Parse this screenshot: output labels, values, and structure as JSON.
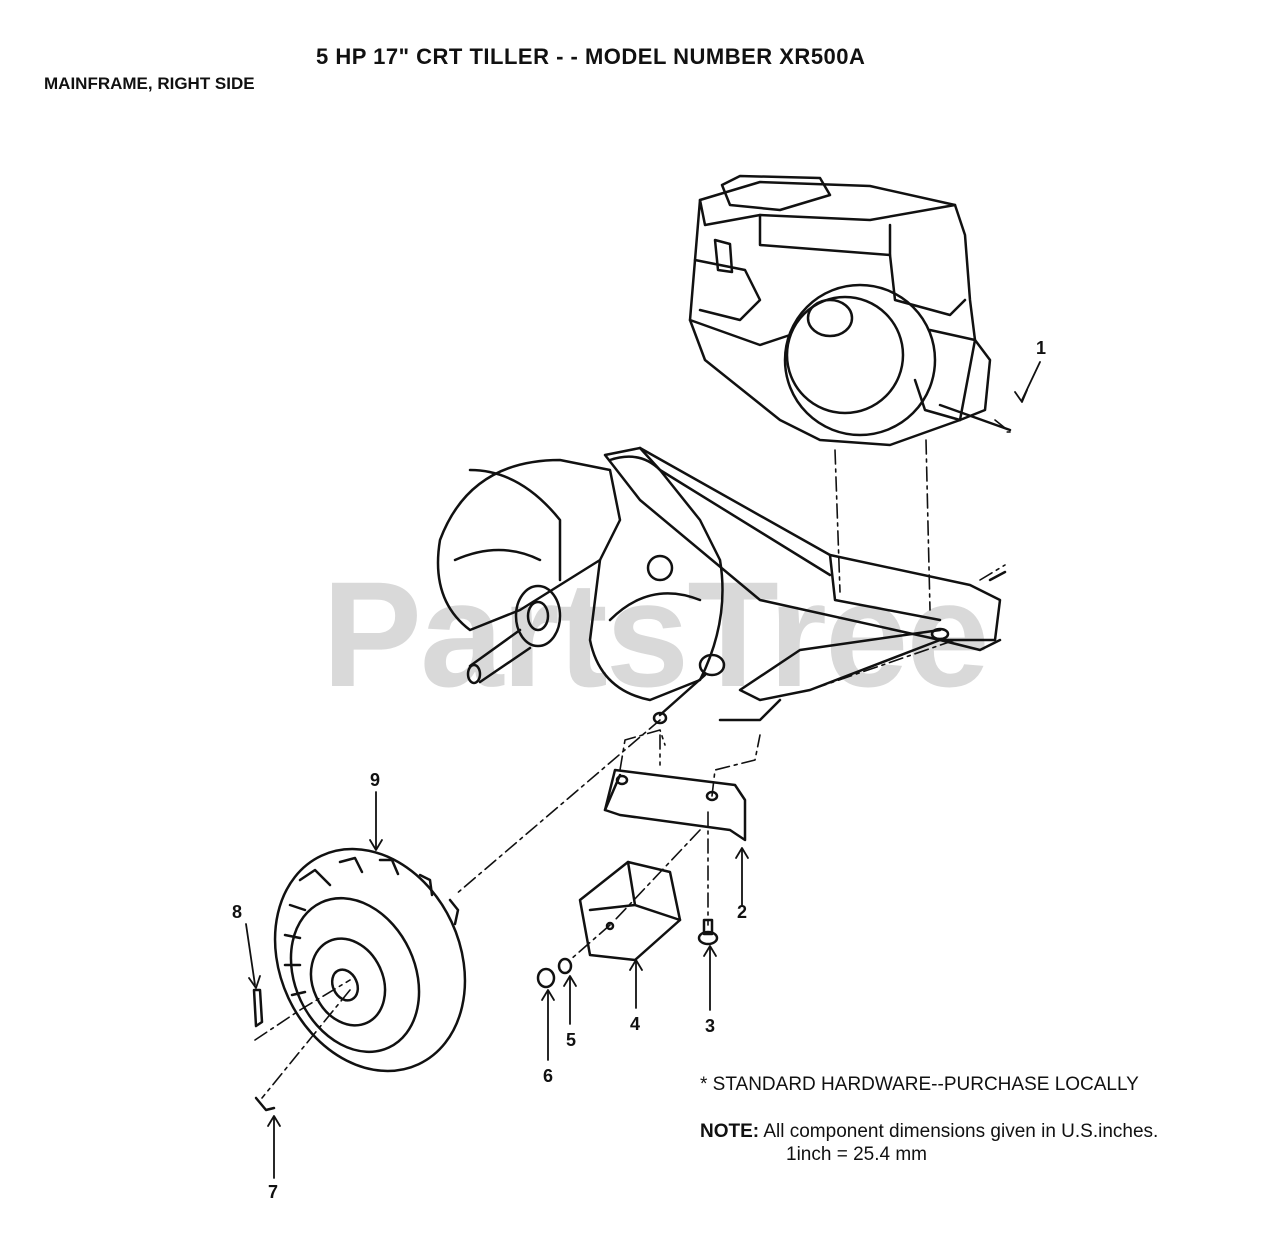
{
  "header": {
    "title": "5 HP  17\" CRT TILLER - - MODEL NUMBER XR500A",
    "subtitle": "MAINFRAME, RIGHT SIDE"
  },
  "watermark": "PartsTree",
  "callouts": [
    "1",
    "2",
    "3",
    "4",
    "5",
    "6",
    "7",
    "8",
    "9"
  ],
  "footer": {
    "standard_hardware": "* STANDARD HARDWARE--PURCHASE LOCALLY",
    "note_label": "NOTE:",
    "note_text": "All component dimensions given in U.S.inches.",
    "conversion": "1inch = 25.4 mm"
  }
}
